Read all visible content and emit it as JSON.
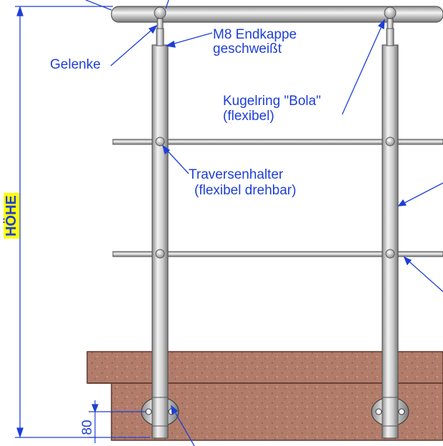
{
  "colors": {
    "annotation": "#1e3fd6",
    "highlight": "#ffff00",
    "steel": "#c9c9c9",
    "concrete": "#b07a68"
  },
  "labels": {
    "gelenke": "Gelenke",
    "endkappe_line1": "M8 Endkappe",
    "endkappe_line2": "geschweißt",
    "kugelring_line1": "Kugelring \"Bola\"",
    "kugelring_line2": "(flexibel)",
    "traversenhalter_line1": "Traversenhalter",
    "traversenhalter_line2": "(flexibel drehbar)",
    "hoehe": "HÖHE",
    "dim_80": "80"
  }
}
